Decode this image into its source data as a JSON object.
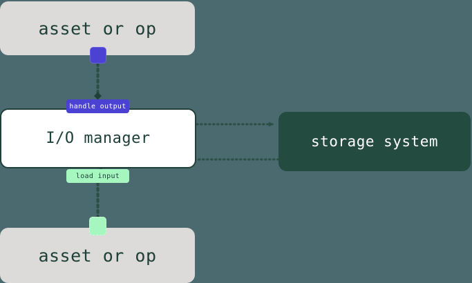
{
  "diagram": {
    "title": "io-manager-flow",
    "background_color": "#4b6a70",
    "edge_color": "#2c4f45",
    "nodes": [
      {
        "id": "asset-top",
        "label": "asset or op",
        "fill": "#dcdbd9",
        "text_color": "#1f4038"
      },
      {
        "id": "io-manager",
        "label": "I/O manager",
        "fill": "#ffffff",
        "border_color": "#1f4038",
        "text_color": "#1f4038"
      },
      {
        "id": "storage-system",
        "label": "storage system",
        "fill": "#234b40",
        "text_color": "#ffffff"
      },
      {
        "id": "asset-bottom",
        "label": "asset or op",
        "fill": "#dcdbd9",
        "text_color": "#1f4038"
      }
    ],
    "ports": [
      {
        "id": "output-port",
        "fill": "#4b42d4",
        "border_color": "#6a62e0"
      },
      {
        "id": "input-port",
        "fill": "#a5f7bf",
        "border_color": "#cdf9da"
      }
    ],
    "edge_labels": [
      {
        "id": "handle-output",
        "label": "handle output",
        "fill": "#4b42d4",
        "text_color": "#ffffff"
      },
      {
        "id": "load-input",
        "label": "load input",
        "fill": "#a5f7bf",
        "text_color": "#1f4038"
      }
    ]
  }
}
